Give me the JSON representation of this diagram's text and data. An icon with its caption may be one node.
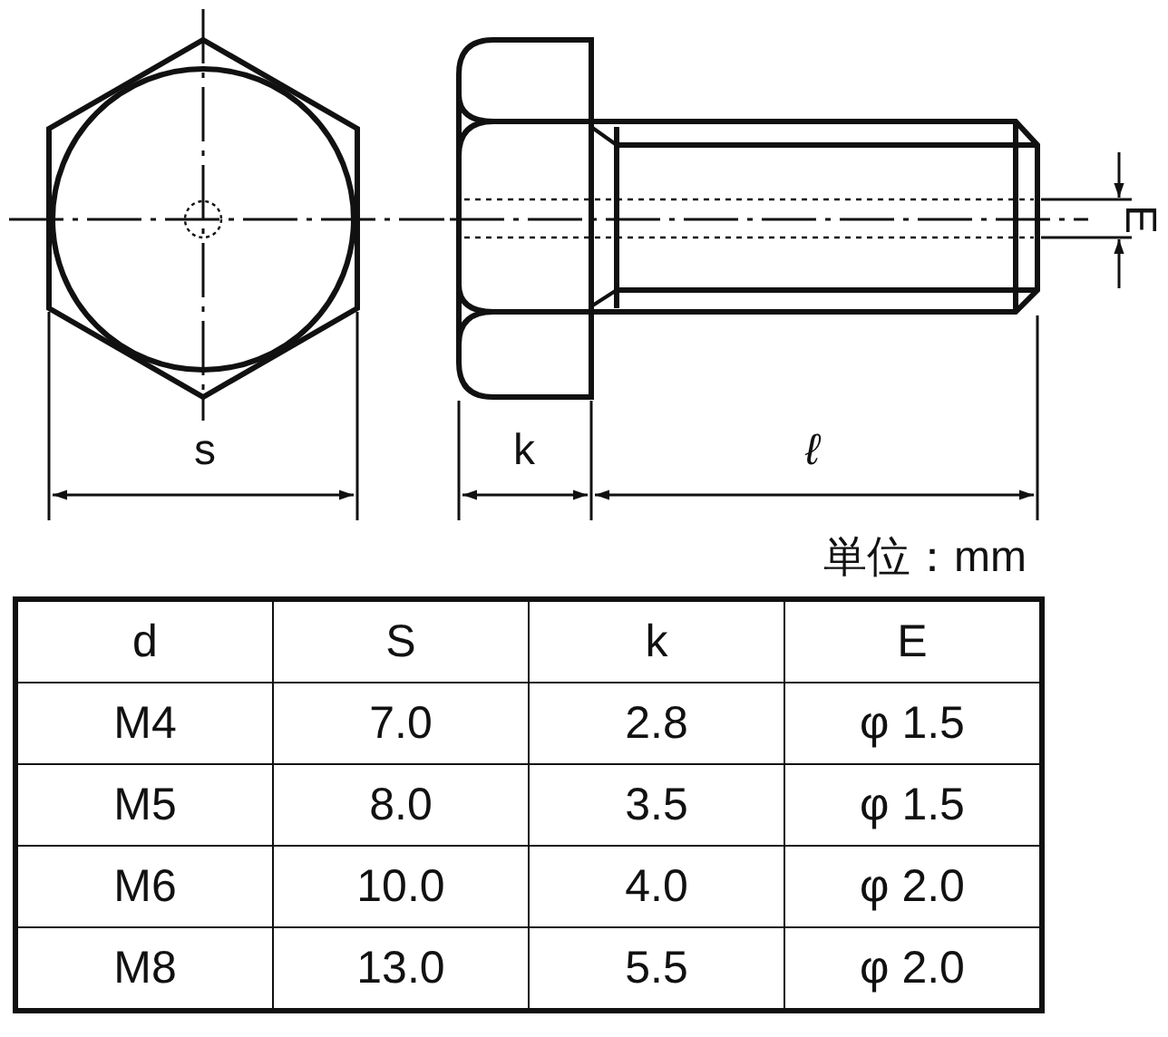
{
  "diagram": {
    "labels": [
      "s",
      "k",
      "ℓ",
      "E",
      "単位：mm",
      "d",
      "S",
      "k",
      "E",
      "M4",
      "7.0",
      "2.8",
      "φ 1.5",
      "M5",
      "8.0",
      "3.5",
      "φ 1.5",
      "M6",
      "10.0",
      "4.0",
      "φ 2.0",
      "M8",
      "13.0",
      "5.5",
      "φ 2.0"
    ]
  }
}
